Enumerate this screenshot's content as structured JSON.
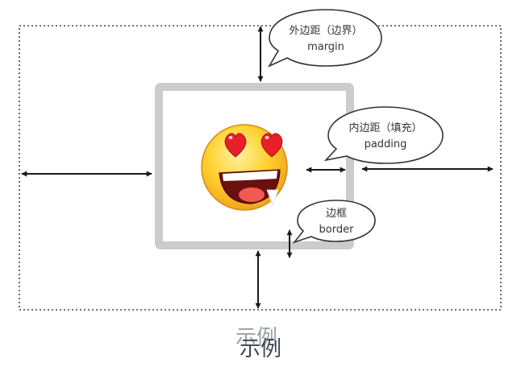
{
  "diagram": {
    "labels": {
      "margin": {
        "zh": "外边距（边界）",
        "en": "margin"
      },
      "padding": {
        "zh": "内边距（填充）",
        "en": "padding"
      },
      "border": {
        "zh": "边框",
        "en": "border"
      }
    },
    "caption": "示例"
  },
  "colors": {
    "dotted_outline": "#444444",
    "border_box": "#cccccc",
    "arrow": "#1a1a1a",
    "bubble_stroke": "#333333",
    "caption": "#3d4552",
    "emoji_face": "#ffc928",
    "emoji_heart": "#e8202a"
  },
  "icons": [
    "heart-eyes-emoji"
  ]
}
